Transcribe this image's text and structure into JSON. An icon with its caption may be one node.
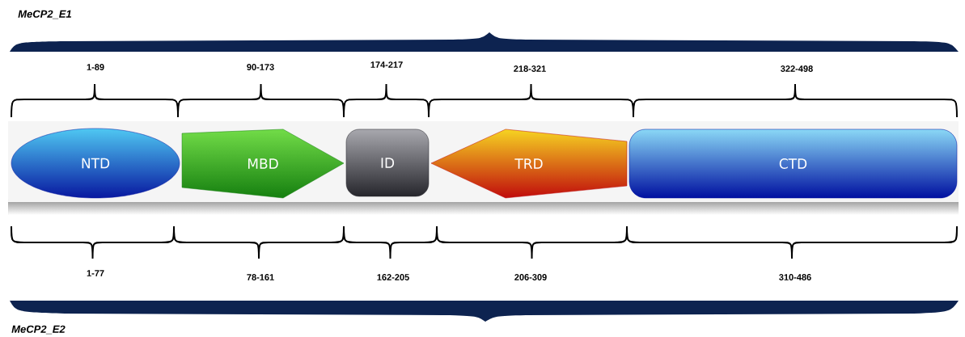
{
  "diagram": {
    "nodes": [
      {
        "text": [
          "NTD"
        ]
      },
      {
        "text": [
          "MBD"
        ]
      },
      {
        "text": [
          "ID"
        ]
      },
      {
        "text": [
          "TRD"
        ]
      },
      {
        "text": [
          "CTD"
        ]
      }
    ],
    "labels": [
      "MeCP2_E1",
      "1-89",
      "90-173",
      "174-217",
      "218-321",
      "322-498",
      "1-77",
      "78-161",
      "162-205",
      "206-309",
      "310-486",
      "MeCP2_E2"
    ]
  }
}
